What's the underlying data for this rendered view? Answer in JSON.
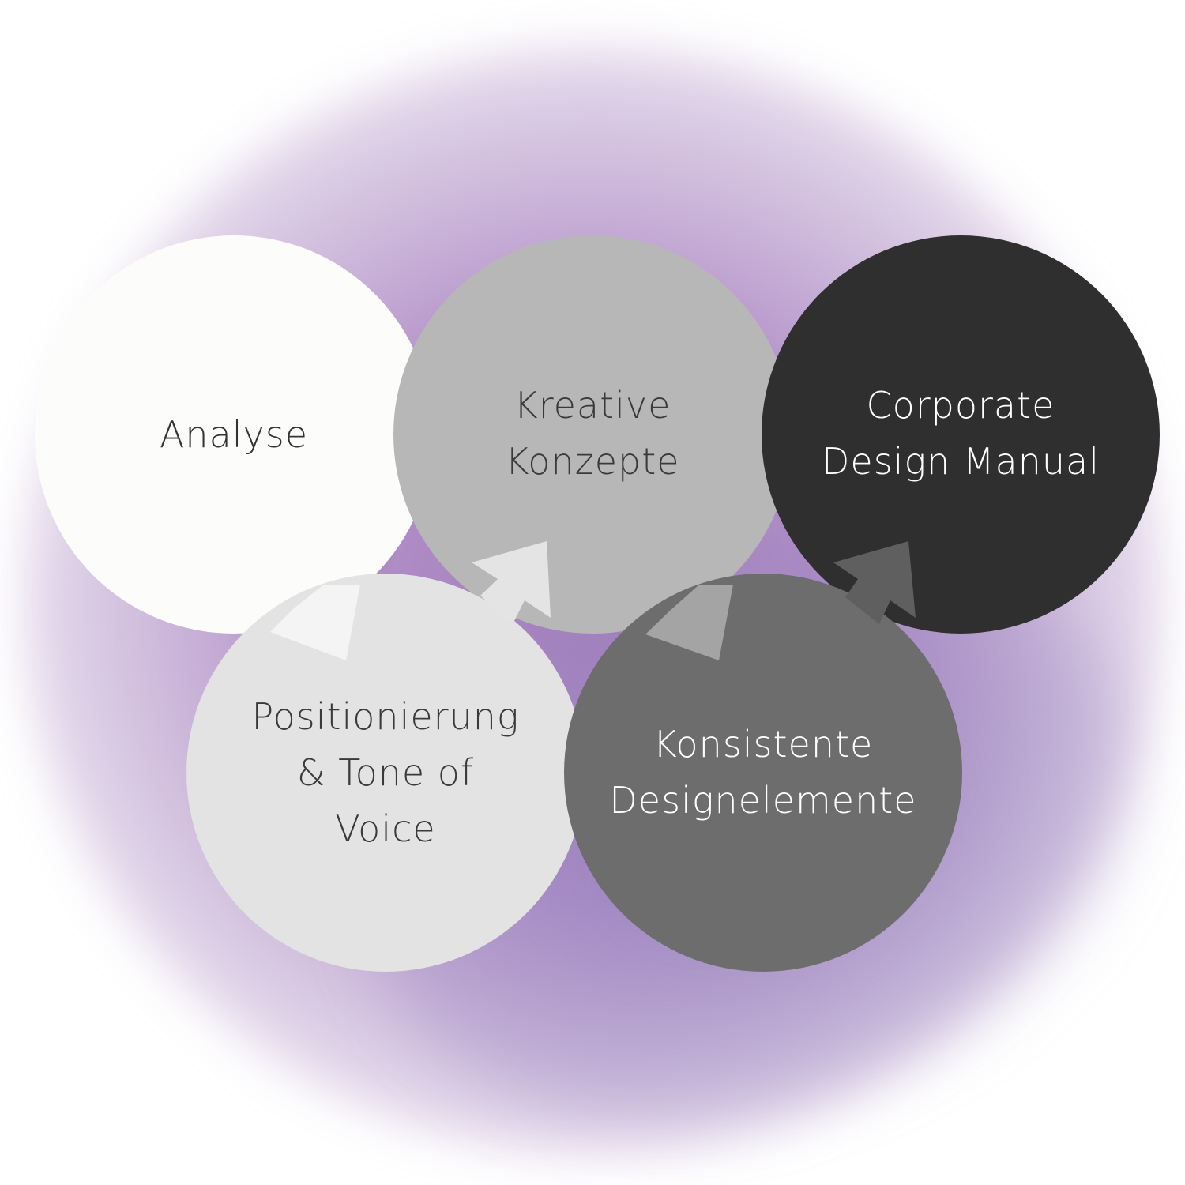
{
  "diagram": {
    "steps": [
      {
        "label": "Analyse",
        "fill": "#fcfcfb",
        "text_color": "#333333"
      },
      {
        "label": "Kreative\nKonzepte",
        "fill": "#b7b7b7",
        "text_color": "#3a3a3a"
      },
      {
        "label": "Corporate\nDesign Manual",
        "fill": "#2f2f2f",
        "text_color": "#ffffff"
      },
      {
        "label": "Positionierung\n& Tone of\nVoice",
        "fill": "#e3e3e3",
        "text_color": "#3a3a3a"
      },
      {
        "label": "Konsistente\nDesignelemente",
        "fill": "#6d6d6d",
        "text_color": "#ffffff"
      }
    ],
    "arrows": [
      {
        "from": "Analyse",
        "to": "Positionierung & Tone of Voice",
        "color": "#f4f4f4"
      },
      {
        "from": "Positionierung & Tone of Voice",
        "to": "Kreative Konzepte",
        "color": "#e4e4e4"
      },
      {
        "from": "Kreative Konzepte",
        "to": "Konsistente Designelemente",
        "color": "#a4a4a4"
      },
      {
        "from": "Konsistente Designelemente",
        "to": "Corporate Design Manual",
        "color": "#5f5f5f"
      }
    ],
    "background_glow_color": "#a884bc"
  }
}
